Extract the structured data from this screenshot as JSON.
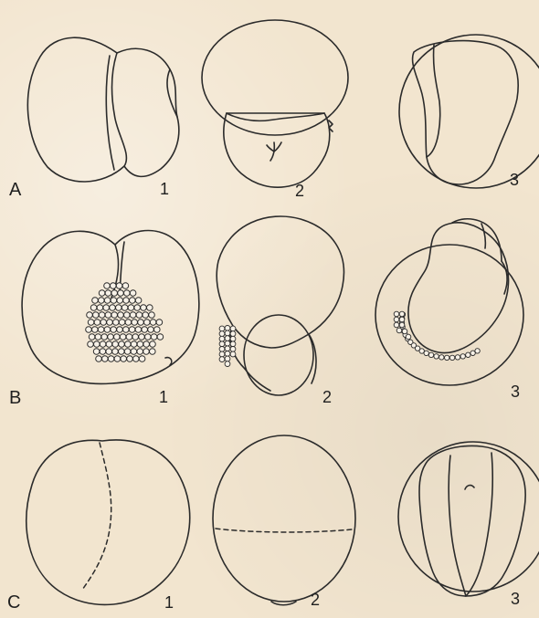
{
  "page": {
    "background": "#f2e5cf",
    "ink_color": "#2b2b2b"
  },
  "row_labels": {
    "A": "A",
    "B": "B",
    "C": "C"
  },
  "panel_numbers": {
    "one": "1",
    "two": "2",
    "three": "3"
  }
}
